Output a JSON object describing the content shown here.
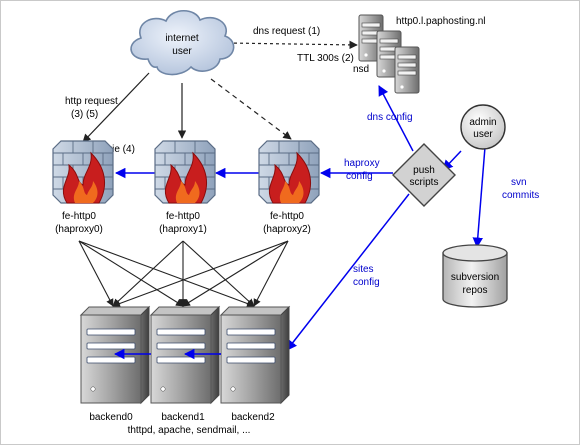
{
  "nodes": {
    "internet_user": [
      "internet",
      "user"
    ],
    "dns_host": "http0.l.paphosting.nl",
    "nsd": "nsd",
    "admin_user": [
      "admin",
      "user"
    ],
    "push_scripts": [
      "push",
      "scripts"
    ],
    "svn_repos": [
      "subversion",
      "repos"
    ],
    "fe0": [
      "fe-http0",
      "(haproxy0)"
    ],
    "fe1": [
      "fe-http0",
      "(haproxy1)"
    ],
    "fe2": [
      "fe-http0",
      "(haproxy2)"
    ],
    "backends": [
      "backend0",
      "backend1",
      "backend2"
    ],
    "backend_services": "thttpd, apache, sendmail, ..."
  },
  "edges": {
    "dns_request": "dns request (1)",
    "ttl": "TTL 300s (2)",
    "http_request": [
      "http request",
      "(3) (5)"
    ],
    "cookie": "cookie (4)",
    "dns_config": "dns config",
    "haproxy_config": [
      "haproxy",
      "config"
    ],
    "svn_commits": [
      "svn",
      "commits"
    ],
    "sites_config": [
      "sites",
      "config"
    ]
  },
  "colors": {
    "config_arrow": "#0000ee",
    "cloud_fill": "#c8d6ea",
    "cloud_stroke": "#6f86a6",
    "diamond_fill": "#d0d0d0",
    "server_fill": "#9a9a9a",
    "flame": "#c81e1e"
  }
}
